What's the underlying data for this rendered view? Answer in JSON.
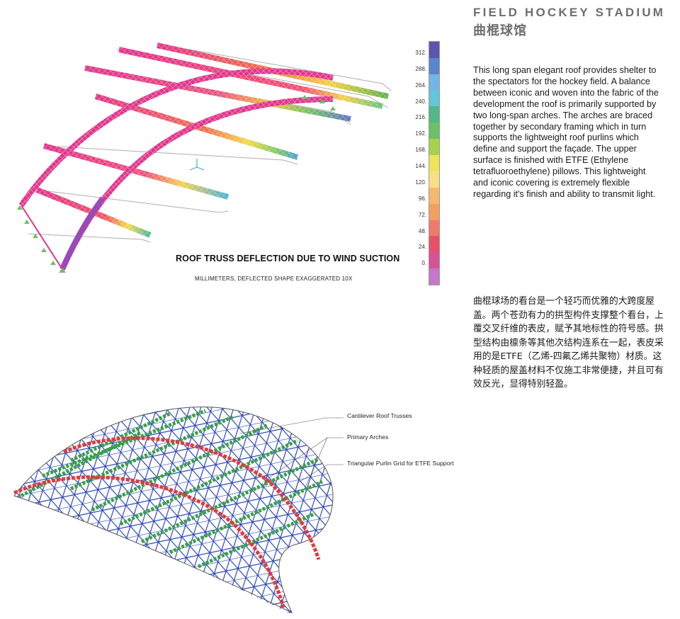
{
  "header": {
    "title_en": "FIELD HOCKEY STADIUM",
    "title_cn": "曲棍球馆"
  },
  "description": {
    "en": "This long span elegant roof provides shelter to the spectators for the hockey field.  A balance between iconic and woven into the fabric of the development the roof is primarily supported by two long-span arches.  The arches are braced together by secondary framing which in turn supports the lightweight roof purlins which define and support the façade.  The upper surface is finished with ETFE (Ethylene tetrafluoroethylene) pillows.  This lightweight and iconic covering is extremely flexible regarding it's finish and ability to transmit light.",
    "cn": "曲棍球场的看台是一个轻巧而优雅的大跨度屋盖。两个苍劲有力的拱型构件支撑整个看台，上覆交叉纤维的表皮，赋予其地标性的符号感。拱型结构由檩条等其他次结构连系在一起，表皮采用的是ETFE（乙烯-四氟乙烯共聚物）材质。这种轻质的屋盖材料不仅施工非常便捷，并且可有效反光，显得特别轻盈。"
  },
  "deflection_diagram": {
    "title": "ROOF TRUSS DEFLECTION DUE TO WIND SUCTION",
    "subtitle": "MILLIMETERS,  DEFLECTED SHAPE EXAGGERATED 10X"
  },
  "color_scale": {
    "ticks": [
      "312.",
      "288.",
      "264.",
      "240.",
      "216.",
      "192.",
      "168.",
      "144.",
      "120.",
      "96.",
      "72.",
      "48.",
      "24.",
      "0."
    ],
    "colors": [
      "#5a56b0",
      "#5a86cc",
      "#74b6e2",
      "#63c6da",
      "#52b886",
      "#6cc066",
      "#a6d24e",
      "#ece45a",
      "#f7df86",
      "#f5b870",
      "#f2a060",
      "#ee7a6e",
      "#e8506a",
      "#d65494",
      "#c478c8"
    ]
  },
  "structure_diagram": {
    "callouts": [
      "Cantilever Roof Trusses",
      "Primary Arches",
      "Triangular Purlin Grid for ETFE Support"
    ]
  }
}
